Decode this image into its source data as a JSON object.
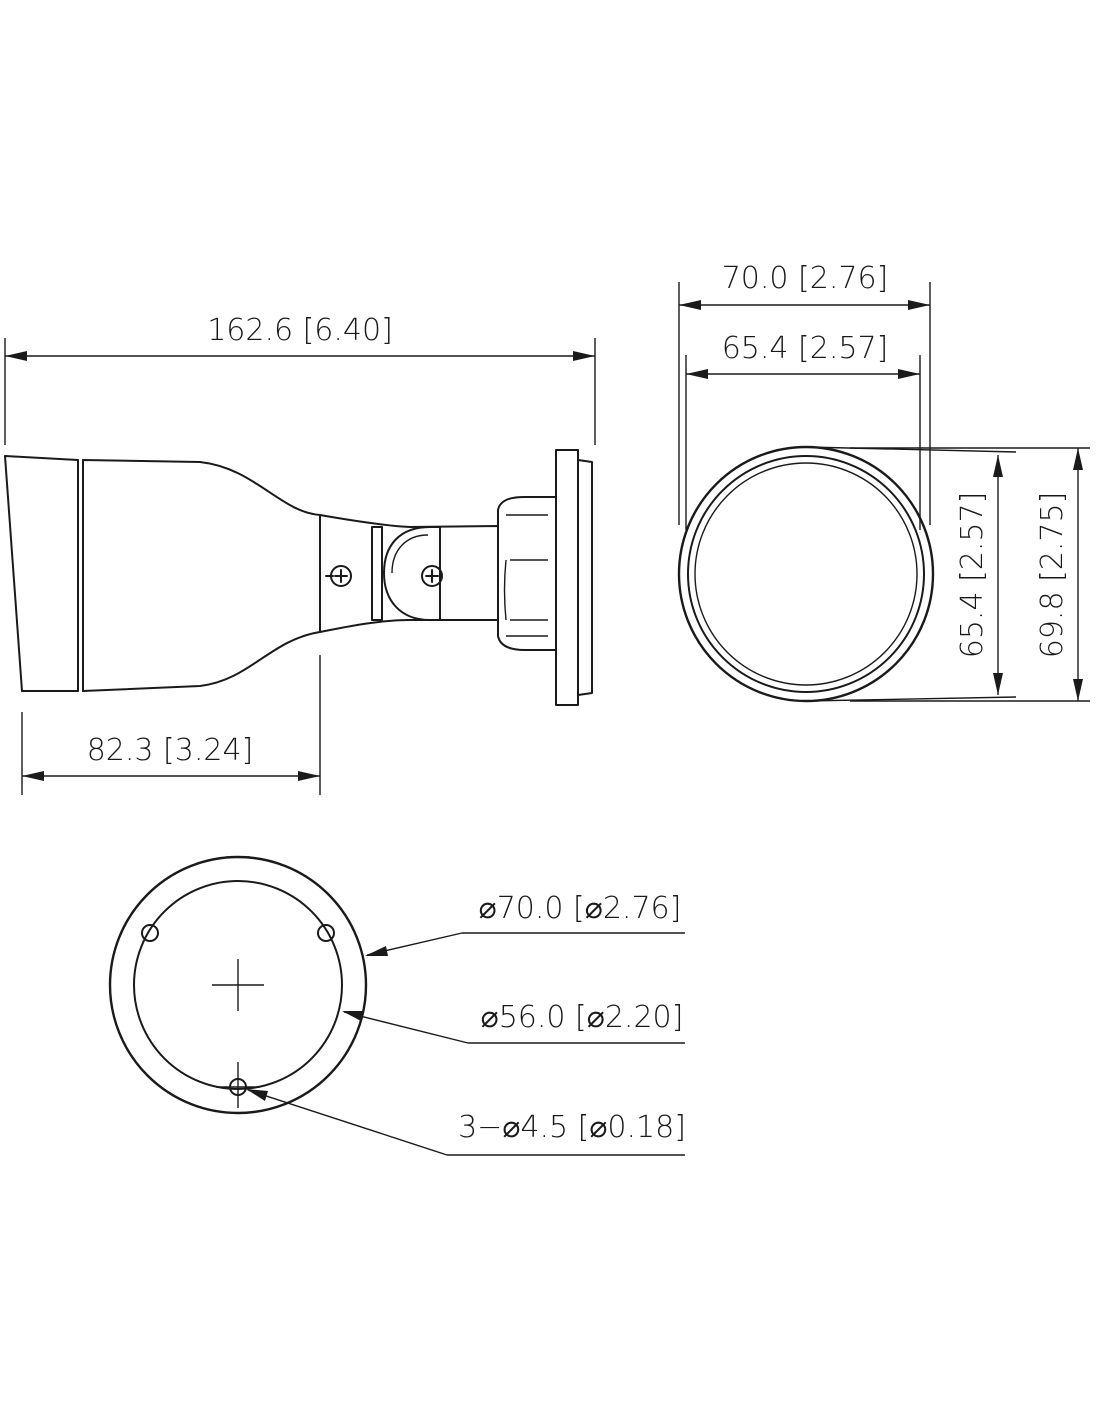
{
  "side_view": {
    "overall_length": "162.6 [6.40]",
    "barrel_length": "82.3 [3.24]"
  },
  "front_view": {
    "outer_width": "70.0 [2.76]",
    "inner_width": "65.4 [2.57]",
    "inner_height": "65.4 [2.57]",
    "outer_height": "69.8 [2.75]"
  },
  "base_view": {
    "outer_diameter": "⌀70.0 [⌀2.76]",
    "inner_diameter": "⌀56.0 [⌀2.20]",
    "mount_holes": "3−⌀4.5 [⌀0.18]"
  }
}
